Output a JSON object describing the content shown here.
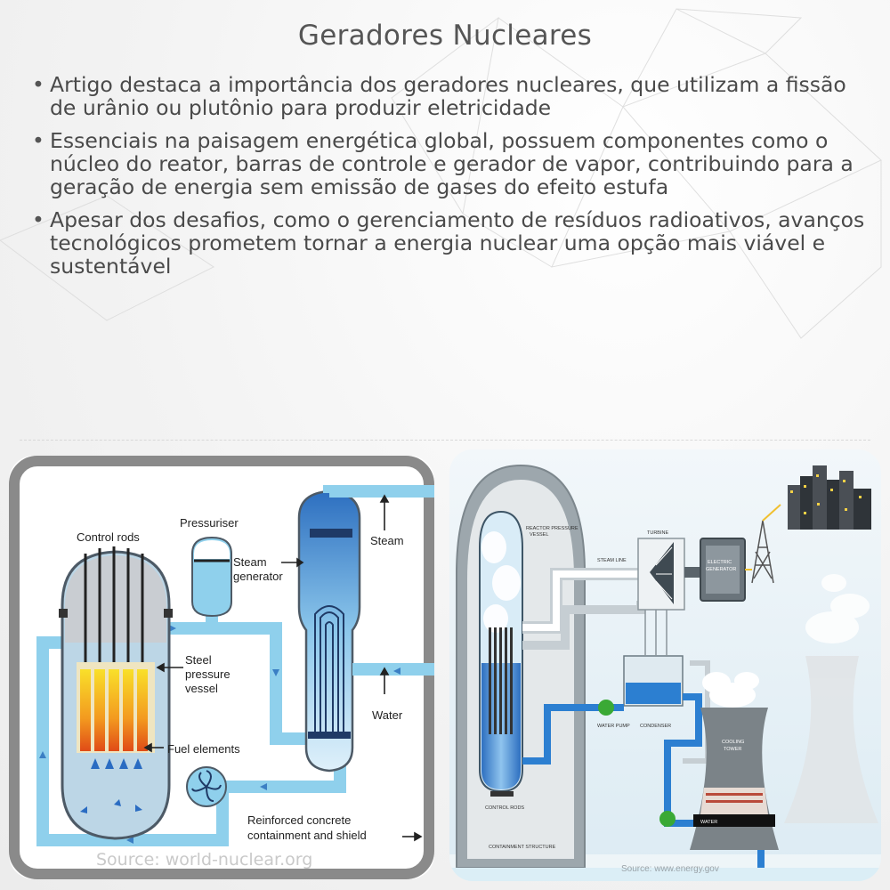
{
  "title": "Geradores Nucleares",
  "bullets": [
    "Artigo destaca a importância dos geradores nucleares, que utilizam a fissão de urânio ou plutônio para produzir eletricidade",
    "Essenciais na paisagem energética global, possuem componentes como o núcleo do reator, barras de controle e gerador de vapor, contribuindo para a geração de energia sem emissão de gases do efeito estufa",
    "Apesar dos desafios, como o gerenciamento de resíduos radioativos, avanços tecnológicos prometem tornar a energia nuclear uma opção mais viável e sustentável"
  ],
  "left_diagram": {
    "labels": {
      "control_rods": "Control rods",
      "pressuriser": "Pressuriser",
      "steam": "Steam",
      "steam_generator_line1": "Steam",
      "steam_generator_line2": "generator",
      "steel_line1": "Steel",
      "steel_line2": "pressure",
      "steel_line3": "vessel",
      "water": "Water",
      "fuel_elements": "Fuel elements",
      "containment_line1": "Reinforced concrete",
      "containment_line2": "containment and shield"
    },
    "source": "Source: world-nuclear.org",
    "colors": {
      "water": "#8fd0ec",
      "frame": "#8a8a8a",
      "vessel": "#b9c3cc",
      "fuel": "#f08a24"
    }
  },
  "right_diagram": {
    "labels": {
      "reactor_vessel_line1": "REACTOR PRESSURE",
      "reactor_vessel_line2": "VESSEL",
      "turbine": "TURBINE",
      "steam_line": "STEAM LINE",
      "electric_generator_line1": "ELECTRIC",
      "electric_generator_line2": "GENERATOR",
      "water_pump": "WATER PUMP",
      "condenser": "CONDENSER",
      "cooling_tower_line1": "COOLING",
      "cooling_tower_line2": "TOWER",
      "control_rods": "CONTROL RODS",
      "containment": "CONTAINMENT STRUCTURE",
      "water": "WATER"
    },
    "source": "Source: www.energy.gov",
    "colors": {
      "pipe_blue": "#2c7fd1",
      "sky": "#e6f2f7",
      "pump_green": "#3aa935"
    }
  }
}
